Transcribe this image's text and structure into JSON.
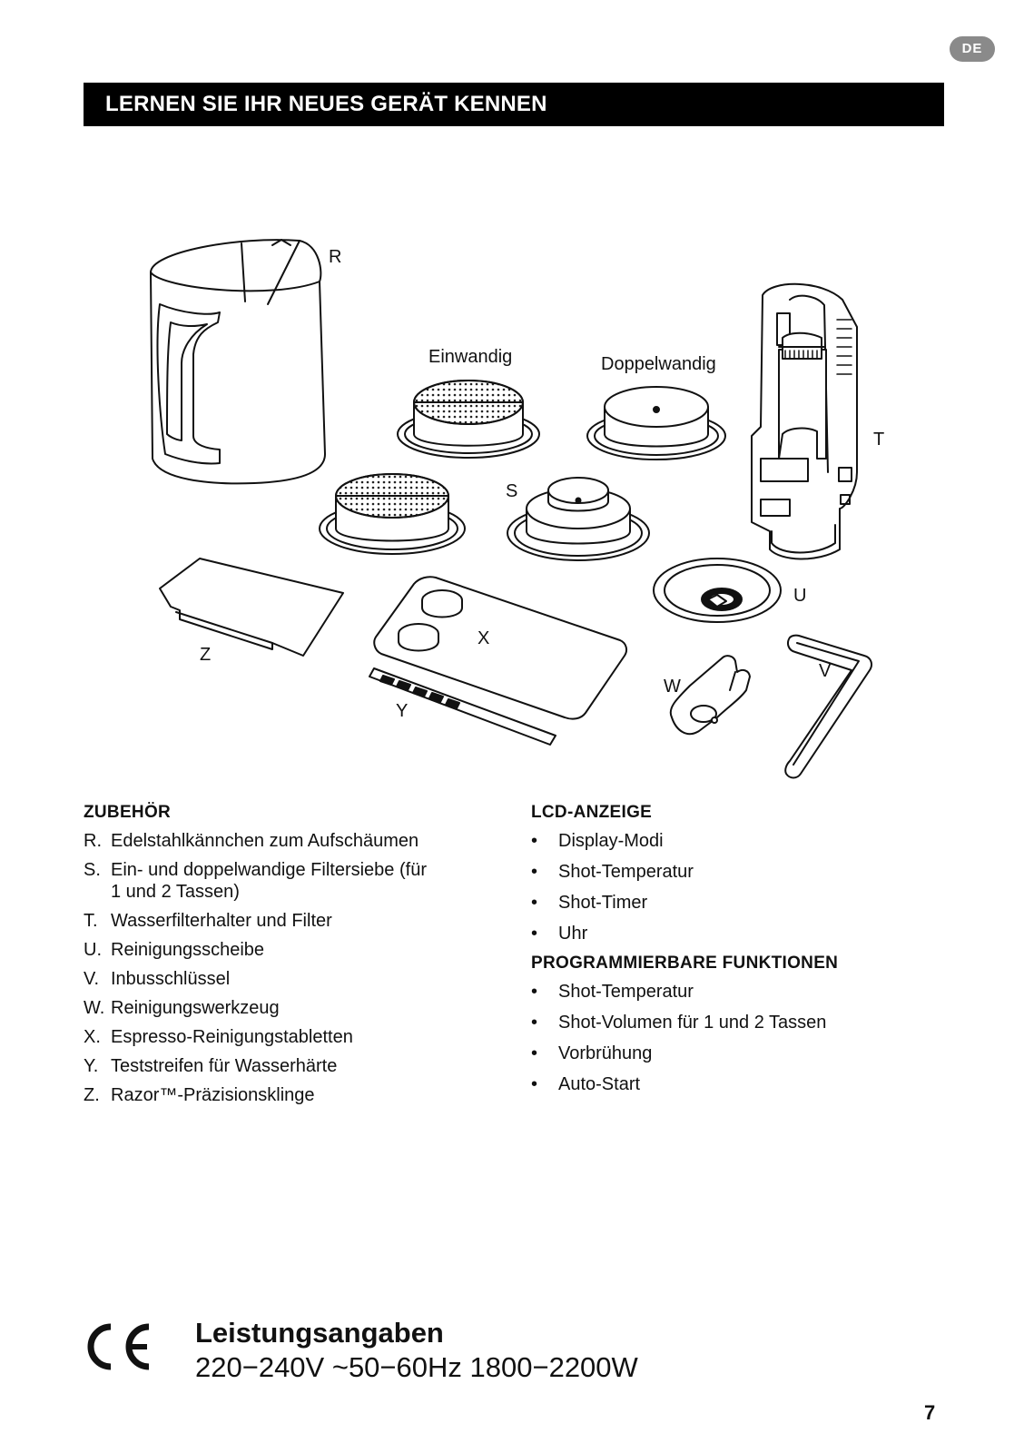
{
  "language_badge": "DE",
  "header": {
    "title": "LERNEN SIE IHR NEUES GERÄT KENNEN"
  },
  "diagram": {
    "labels": {
      "R": "R",
      "S": "S",
      "T": "T",
      "U": "U",
      "V": "V",
      "W": "W",
      "X": "X",
      "Y": "Y",
      "Z": "Z",
      "einwandig": "Einwandig",
      "doppelwandig": "Doppelwandig"
    }
  },
  "accessories": {
    "heading": "ZUBEHÖR",
    "items": [
      {
        "letter": "R.",
        "text": "Edelstahlkännchen zum Aufschäumen"
      },
      {
        "letter": "S.",
        "text": "Ein- und doppelwandige Filtersiebe (für 1 und 2 Tassen)"
      },
      {
        "letter": "T.",
        "text": "Wasserfilterhalter und Filter"
      },
      {
        "letter": "U.",
        "text": "Reinigungsscheibe"
      },
      {
        "letter": "V.",
        "text": "Inbusschlüssel"
      },
      {
        "letter": "W.",
        "text": "Reinigungswerkzeug"
      },
      {
        "letter": "X.",
        "text": "Espresso-Reinigungstabletten"
      },
      {
        "letter": "Y.",
        "text": "Teststreifen für Wasserhärte"
      },
      {
        "letter": "Z.",
        "text": "Razor™-Präzisionsklinge"
      }
    ]
  },
  "lcd": {
    "heading": "LCD-ANZEIGE",
    "items": [
      "Display-Modi",
      "Shot-Temperatur",
      "Shot-Timer",
      "Uhr"
    ]
  },
  "programmable": {
    "heading": "PROGRAMMIERBARE FUNKTIONEN",
    "items": [
      "Shot-Temperatur",
      "Shot-Volumen für 1 und 2 Tassen",
      "Vorbrühung",
      "Auto-Start"
    ]
  },
  "bullet_symbol": "•",
  "performance": {
    "title": "Leistungsangaben",
    "spec": "220−240V ~50−60Hz 1800−2200W"
  },
  "page_number": "7"
}
